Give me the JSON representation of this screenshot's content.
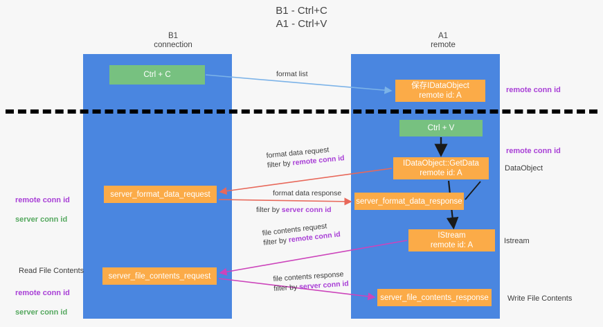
{
  "title": "B1 - Ctrl+C\nA1 - Ctrl+V",
  "columns": {
    "left": "B1\nconnection",
    "right": "A1\nremote"
  },
  "nodes": {
    "ctrl_c": "Ctrl + C",
    "idataobject": "保存IDataObject\nremote id: A",
    "ctrl_v": "Ctrl + V",
    "getdata": "IDataObject::GetData\nremote id: A",
    "server_format_data_request": "server_format_data_request",
    "server_format_data_response": "server_format_data_response",
    "istream": "IStream\nremote id: A",
    "server_file_contents_request": "server_file_contents_request",
    "server_file_contents_response": "server_file_contents_response"
  },
  "annotations": {
    "remote_conn_id_top": "remote conn id",
    "remote_conn_id_mid": "remote conn id",
    "dataobject": "DataObject",
    "istream": "Istream",
    "write_file_contents": "Write File Contents",
    "read_file_contents": "Read File Contents",
    "left_remote_conn_id_1": "remote conn id",
    "left_server_conn_id_1": "server conn id",
    "left_remote_conn_id_2": "remote conn id",
    "left_server_conn_id_2": "server conn id"
  },
  "edge_labels": {
    "format_list": "format list",
    "format_data_request": "format data request",
    "format_data_request_filter_prefix": "filter by ",
    "format_data_request_filter_key": "remote conn id",
    "format_data_response": "format data response",
    "format_data_response_filter_prefix": "filter by ",
    "format_data_response_filter_key": "server conn id",
    "file_contents_request": "file contents request",
    "file_contents_request_filter_prefix": "filter by ",
    "file_contents_request_filter_key": "remote conn id",
    "file_contents_response": "file contents response",
    "file_contents_response_filter_prefix": "filter by ",
    "file_contents_response_filter_key": "server conn id"
  },
  "colors": {
    "lane": "#4a86e0",
    "node_green": "#77c180",
    "node_orange": "#fbab48",
    "accent_purple": "#a83fd6",
    "accent_green": "#55a85f",
    "arrow_blue": "#7cb3e8",
    "arrow_red": "#e8685a",
    "arrow_magenta": "#cc44bb",
    "arrow_black": "#1a1a1a",
    "divider": "#000000"
  }
}
